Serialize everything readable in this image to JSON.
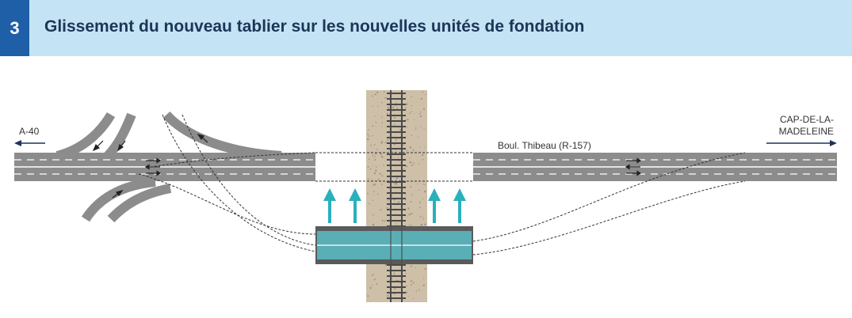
{
  "header": {
    "step_number": "3",
    "title": "Glissement du nouveau tablier sur les nouvelles unités de fondation"
  },
  "labels": {
    "west_direction": "A-40",
    "road_name": "Boul. Thibeau (R-157)",
    "east_direction_line1": "CAP-DE-LA-",
    "east_direction_line2": "MADELEINE"
  },
  "colors": {
    "header_number_bg": "#1f5fa8",
    "header_bg": "#c4e4f5",
    "title_text": "#1d3557",
    "road": "#8c8c8c",
    "new_deck": "#5aaeb5",
    "push_arrows": "#2ab0bd",
    "rail_corridor": "#cdbfa8",
    "direction_arrow": "#1d3557"
  },
  "icons": {
    "west_arrow": "arrow-left-icon",
    "east_arrow": "arrow-right-icon",
    "push_arrow": "arrow-up-icon"
  }
}
